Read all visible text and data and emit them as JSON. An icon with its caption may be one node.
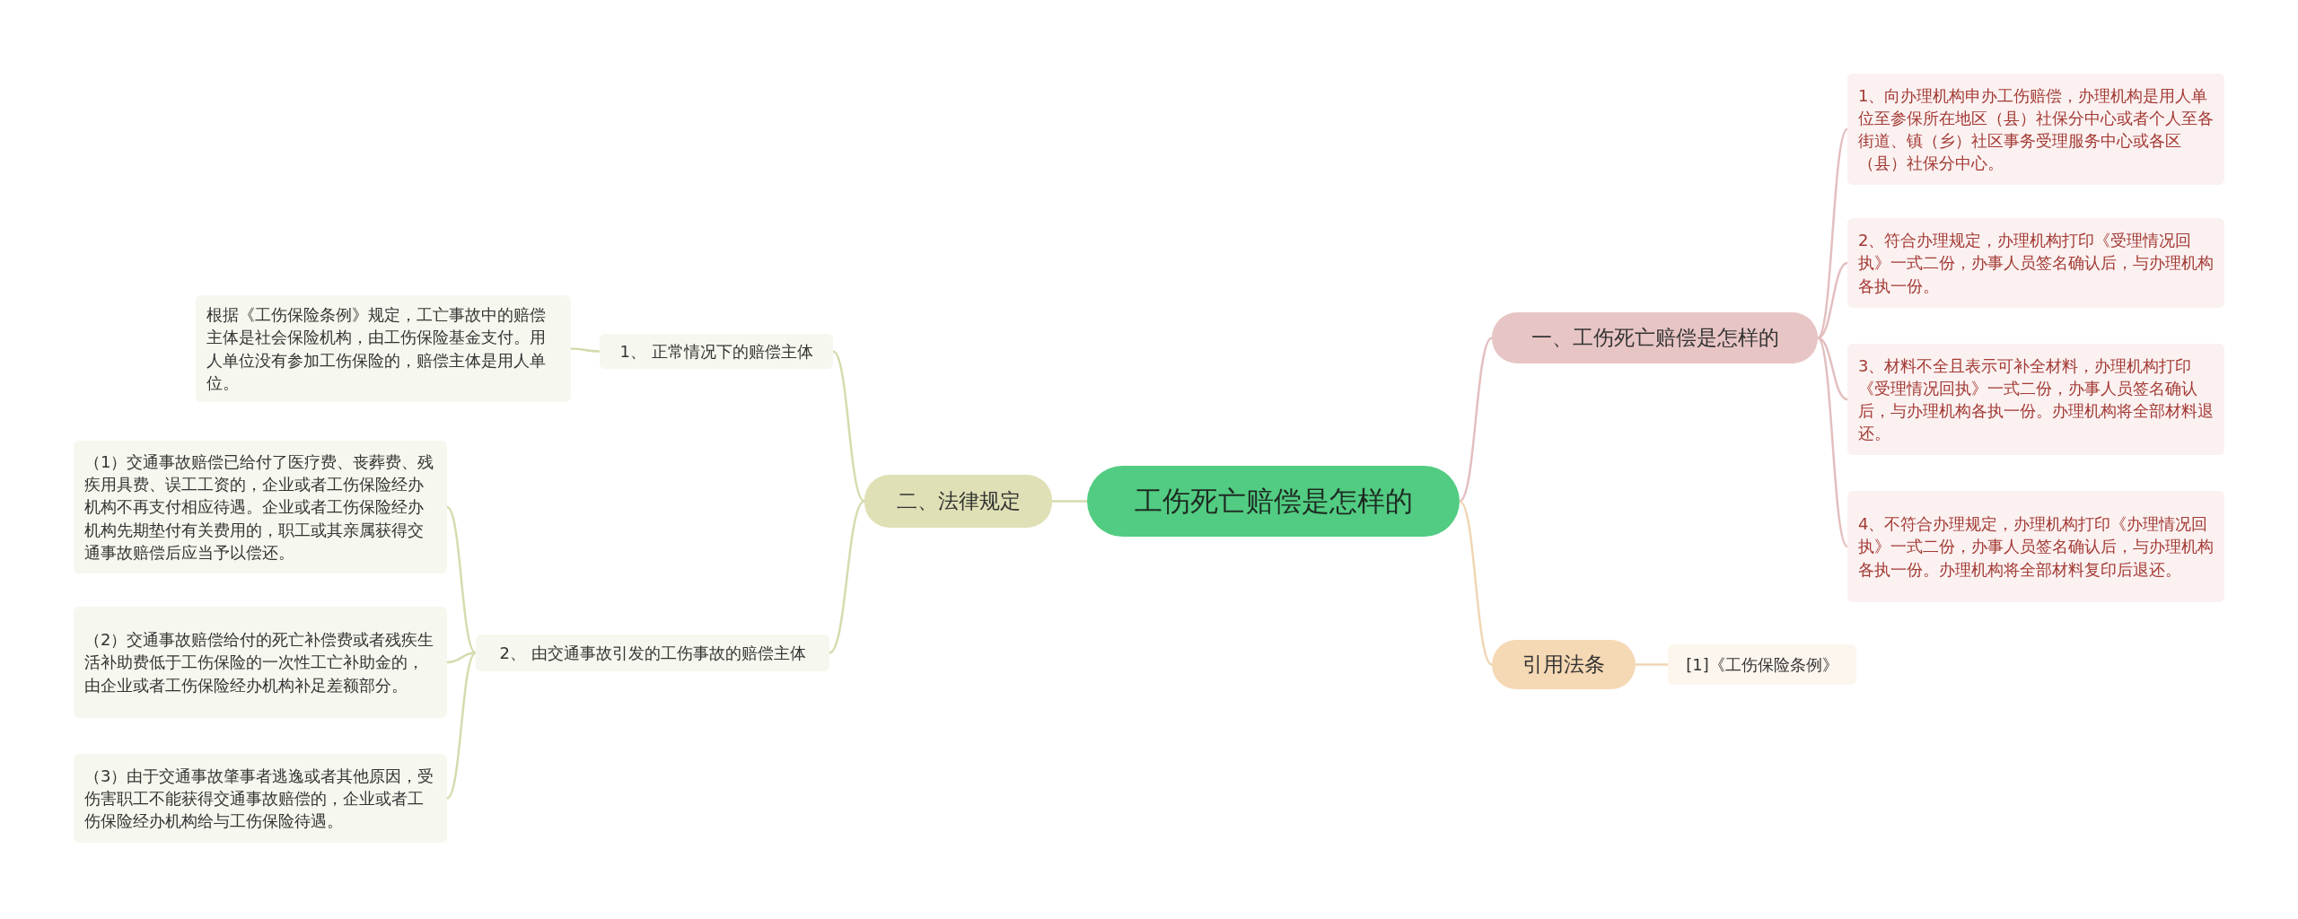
{
  "diagram": {
    "nodes": [
      {
        "text": [
          "工伤死亡赔偿是怎样的"
        ]
      },
      {
        "text": [
          "一、工伤死亡赔偿是怎样的"
        ]
      },
      {
        "text": [
          "1、向办理机构申办工伤赔偿，办理机构是用人单位至参保所在地区（县）社保分中心或者个人至各街道、镇（乡）社区事务受理服务中心或各区（县）社保分中心。"
        ]
      },
      {
        "text": [
          "2、符合办理规定，办理机构打印《受理情况回执》一式二份，办事人员签名确认后，与办理机构各执一份。"
        ]
      },
      {
        "text": [
          "3、材料不全且表示可补全材料，办理机构打印《受理情况回执》一式二份，办事人员签名确认后，与办理机构各执一份。办理机构将全部材料退还。"
        ]
      },
      {
        "text": [
          "4、不符合办理规定，办理机构打印《办理情况回执》一式二份，办事人员签名确认后，与办理机构各执一份。办理机构将全部材料复印后退还。"
        ]
      },
      {
        "text": [
          "引用法条"
        ]
      },
      {
        "text": [
          "[1]《工伤保险条例》"
        ]
      },
      {
        "text": [
          "二、法律规定"
        ]
      },
      {
        "text": [
          "1、 正常情况下的赔偿主体"
        ]
      },
      {
        "text": [
          "根据《工伤保险条例》规定，工亡事故中的赔偿主体是社会保险机构，由工伤保险基金支付。用人单位没有参加工伤保险的，赔偿主体是用人单位。"
        ]
      },
      {
        "text": [
          "2、 由交通事故引发的工伤事故的赔偿主体"
        ]
      },
      {
        "text": [
          "（1）交通事故赔偿已给付了医疗费、丧葬费、残疾用具费、误工工资的，企业或者工伤保险经办机构不再支付相应待遇。企业或者工伤保险经办机构先期垫付有关费用的，职工或其亲属获得交通事故赔偿后应当予以偿还。"
        ]
      },
      {
        "text": [
          "（2）交通事故赔偿给付的死亡补偿费或者残疾生活补助费低于工伤保险的一次性工亡补助金的，由企业或者工伤保险经办机构补足差额部分。"
        ]
      },
      {
        "text": [
          "（3）由于交通事故肇事者逃逸或者其他原因，受伤害职工不能获得交通事故赔偿的，企业或者工伤保险经办机构给与工伤保险待遇。"
        ]
      }
    ],
    "edges": [
      {
        "from": 0,
        "to": 1,
        "arrow": "none",
        "color": "#e3bfbf"
      },
      {
        "from": 1,
        "to": 2,
        "arrow": "none",
        "color": "#e3bfbf"
      },
      {
        "from": 1,
        "to": 3,
        "arrow": "none",
        "color": "#e3bfbf"
      },
      {
        "from": 1,
        "to": 4,
        "arrow": "none",
        "color": "#e3bfbf"
      },
      {
        "from": 1,
        "to": 5,
        "arrow": "none",
        "color": "#e3bfbf"
      },
      {
        "from": 0,
        "to": 6,
        "arrow": "none",
        "color": "#f0d6b4"
      },
      {
        "from": 6,
        "to": 7,
        "arrow": "none",
        "color": "#f0d6b4"
      },
      {
        "from": 0,
        "to": 8,
        "arrow": "none"
      },
      {
        "from": 8,
        "to": 9,
        "arrow": "none"
      },
      {
        "from": 9,
        "to": 10,
        "arrow": "none"
      },
      {
        "from": 8,
        "to": 11,
        "arrow": "none"
      },
      {
        "from": 11,
        "to": 12,
        "arrow": "none"
      },
      {
        "from": 11,
        "to": 13,
        "arrow": "none"
      },
      {
        "from": 11,
        "to": 14,
        "arrow": "none"
      }
    ]
  }
}
